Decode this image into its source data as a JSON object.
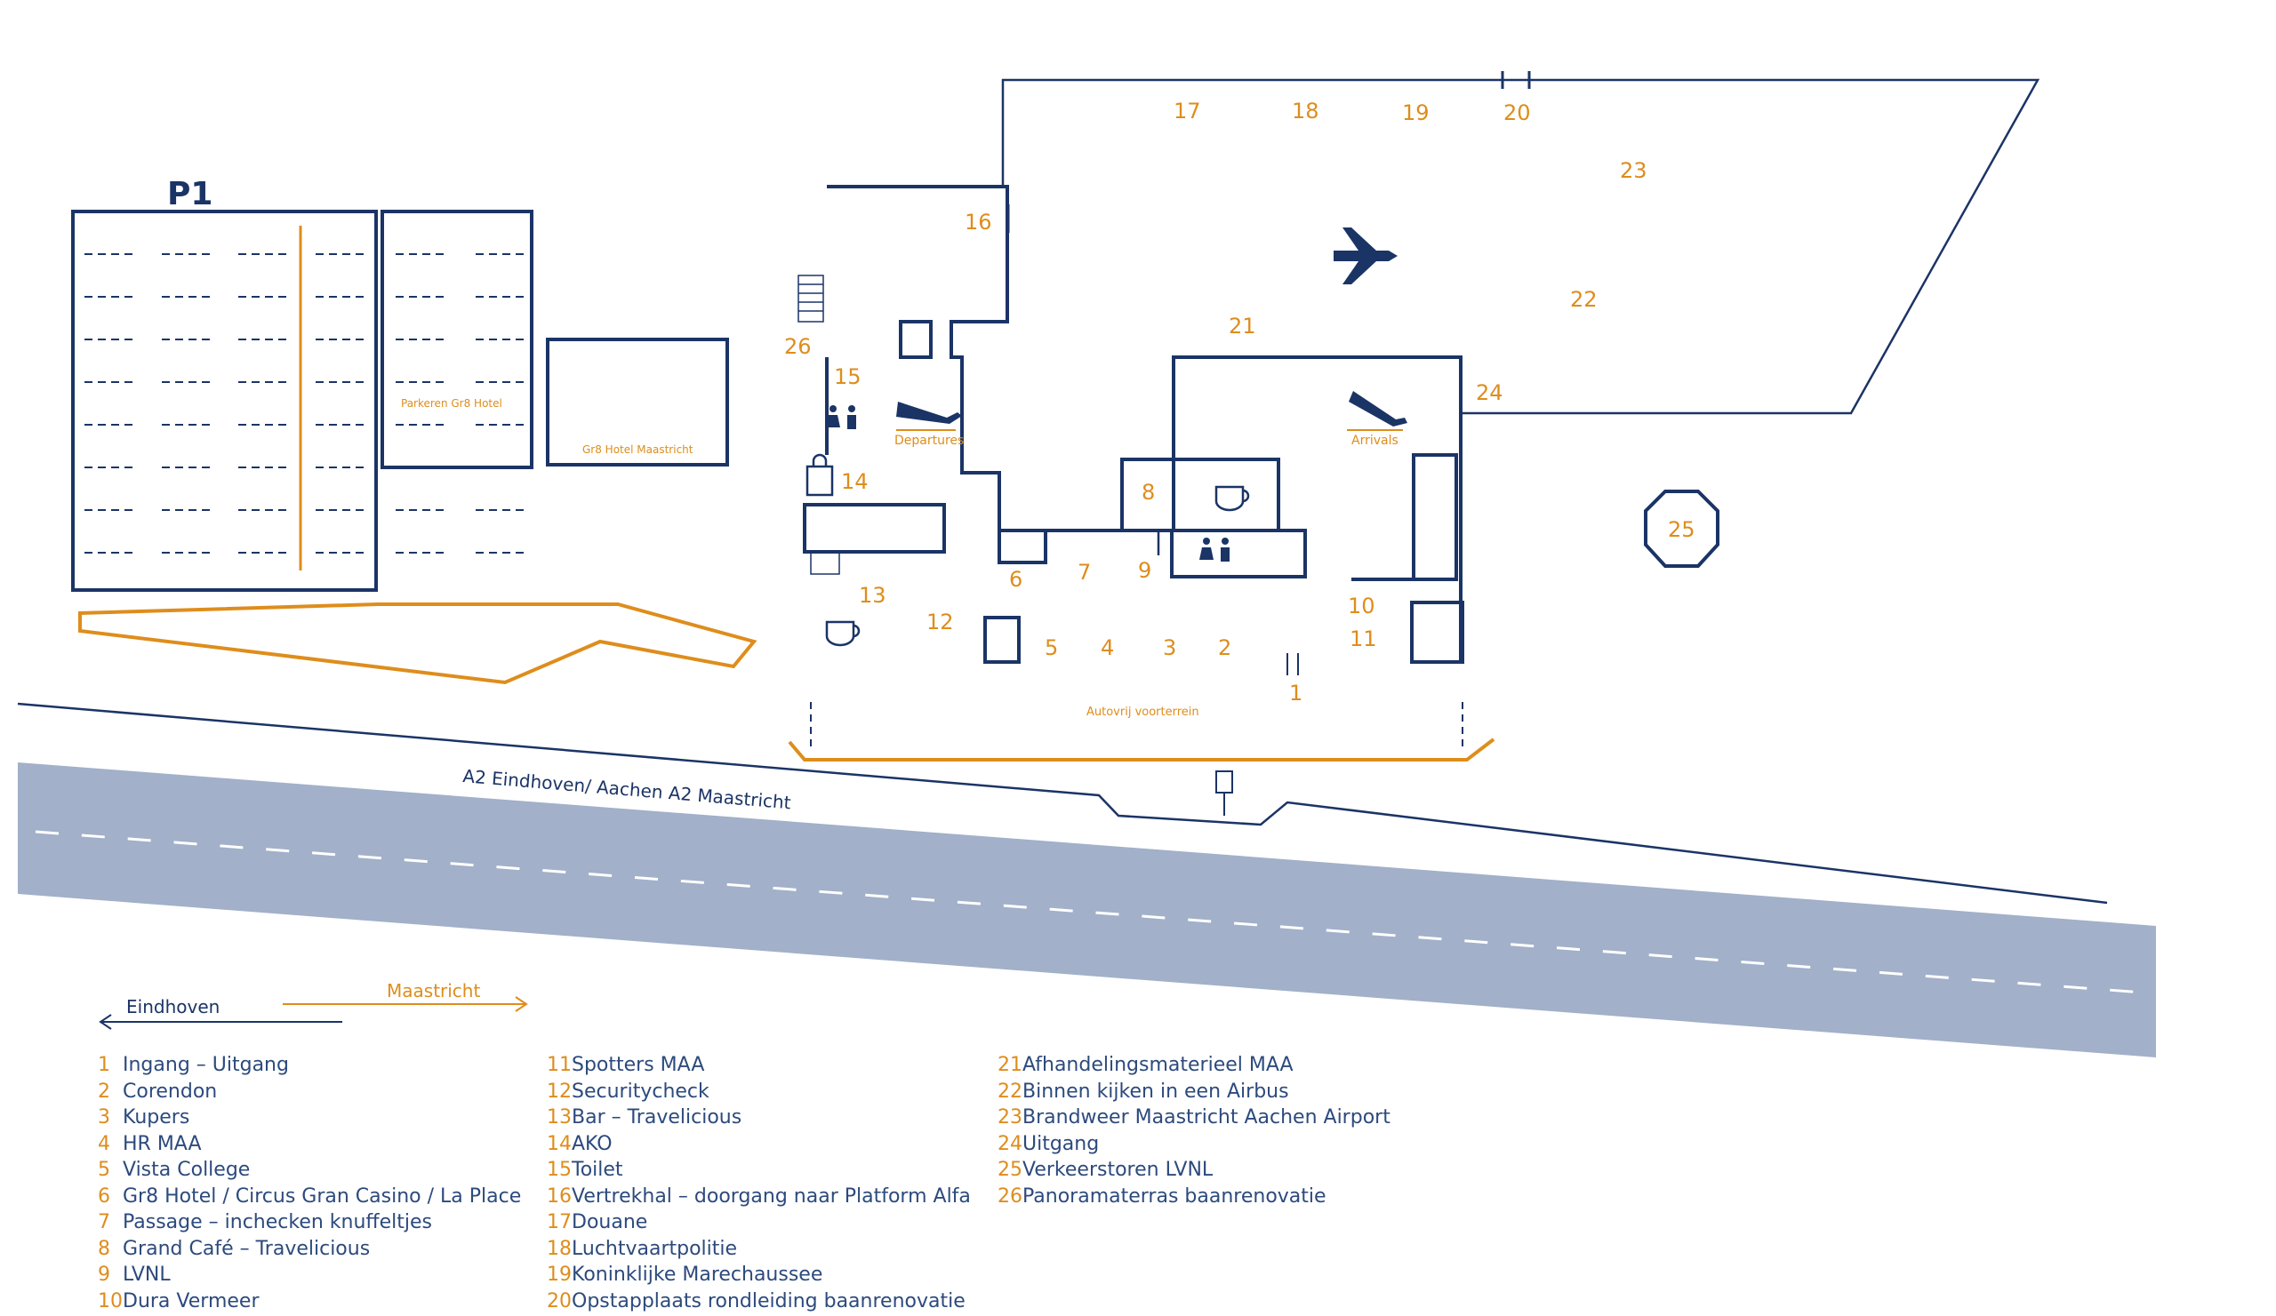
{
  "colors": {
    "navy": "#1b3466",
    "orange": "#de8d1c",
    "road": "#a2b0c9"
  },
  "parking": {
    "p1": "P1",
    "gr8_parking": "Parkeren Gr8 Hotel",
    "gr8_hotel": "Gr8 Hotel Maastricht"
  },
  "icons": {
    "departures": "Departures",
    "arrivals": "Arrivals"
  },
  "zones": {
    "car_free": "Autovrij voorterrein",
    "road": "A2 Eindhoven/ Aachen  A2 Maastricht"
  },
  "directions": {
    "west": "Eindhoven",
    "east": "Maastricht"
  },
  "markers": {
    "m1": "1",
    "m2": "2",
    "m3": "3",
    "m4": "4",
    "m5": "5",
    "m6": "6",
    "m7": "7",
    "m8": "8",
    "m9": "9",
    "m10": "10",
    "m11": "11",
    "m12": "12",
    "m13": "13",
    "m14": "14",
    "m15": "15",
    "m16": "16",
    "m17": "17",
    "m18": "18",
    "m19": "19",
    "m20": "20",
    "m21": "21",
    "m22": "22",
    "m23": "23",
    "m24": "24",
    "m25": "25",
    "m26": "26"
  },
  "legend": [
    {
      "n": "1",
      "text": "Ingang – Uitgang"
    },
    {
      "n": "2",
      "text": "Corendon"
    },
    {
      "n": "3",
      "text": "Kupers"
    },
    {
      "n": "4",
      "text": "HR MAA"
    },
    {
      "n": "5",
      "text": "Vista College"
    },
    {
      "n": "6",
      "text": "Gr8 Hotel / Circus Gran Casino / La Place"
    },
    {
      "n": "7",
      "text": "Passage – inchecken knuffeltjes"
    },
    {
      "n": "8",
      "text": "Grand Café – Travelicious"
    },
    {
      "n": "9",
      "text": "LVNL"
    },
    {
      "n": "10",
      "text": "Dura Vermeer"
    },
    {
      "n": "11",
      "text": "Spotters MAA"
    },
    {
      "n": "12",
      "text": "Securitycheck"
    },
    {
      "n": "13",
      "text": "Bar – Travelicious"
    },
    {
      "n": "14",
      "text": "AKO"
    },
    {
      "n": "15",
      "text": "Toilet"
    },
    {
      "n": "16",
      "text": "Vertrekhal – doorgang naar Platform Alfa"
    },
    {
      "n": "17",
      "text": "Douane"
    },
    {
      "n": "18",
      "text": "Luchtvaartpolitie"
    },
    {
      "n": "19",
      "text": "Koninklijke Marechaussee"
    },
    {
      "n": "20",
      "text": "Opstapplaats rondleiding baanrenovatie"
    },
    {
      "n": "21",
      "text": "Afhandelingsmaterieel MAA"
    },
    {
      "n": "22",
      "text": "Binnen kijken in een Airbus"
    },
    {
      "n": "23",
      "text": "Brandweer Maastricht Aachen Airport"
    },
    {
      "n": "24",
      "text": "Uitgang"
    },
    {
      "n": "25",
      "text": "Verkeerstoren LVNL"
    },
    {
      "n": "26",
      "text": "Panoramaterras baanrenovatie"
    }
  ]
}
